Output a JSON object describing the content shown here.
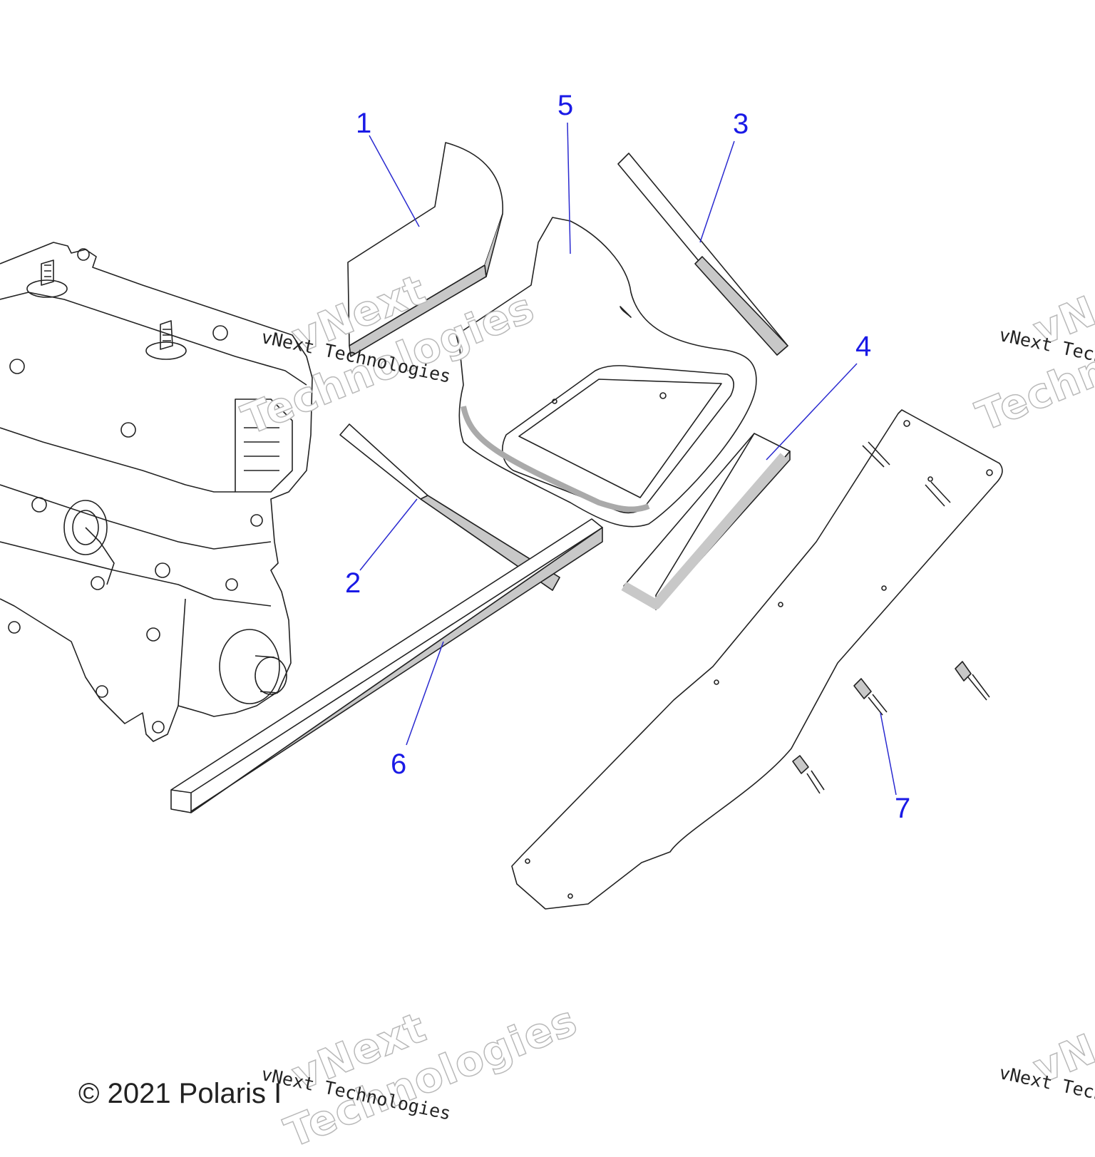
{
  "callouts": [
    {
      "id": "1",
      "label": "1"
    },
    {
      "id": "2",
      "label": "2"
    },
    {
      "id": "3",
      "label": "3"
    },
    {
      "id": "4",
      "label": "4"
    },
    {
      "id": "5",
      "label": "5"
    },
    {
      "id": "6",
      "label": "6"
    },
    {
      "id": "7",
      "label": "7"
    }
  ],
  "watermark": {
    "line": "vNext Technologies",
    "big_top": "vNext",
    "big_bottom": "Technologies"
  },
  "copyright": "© 2021 Polaris I",
  "colors": {
    "callout_text": "#1a1ae6",
    "leader_line": "#2a2ad0",
    "part_outline": "#222222",
    "part_shading": "#c8c8c8",
    "watermark_outline": "#b9b9b9"
  }
}
